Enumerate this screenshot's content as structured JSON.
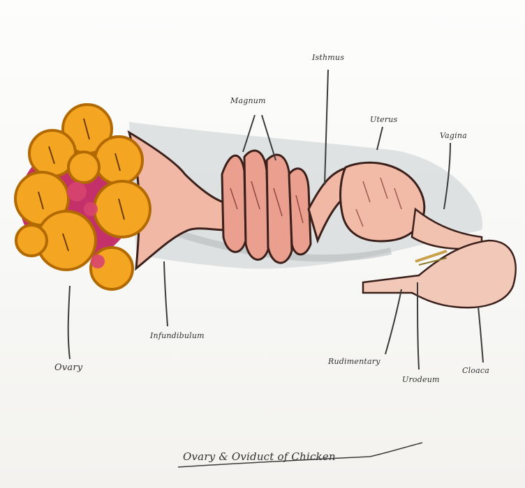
{
  "labels": {
    "ovary": "Ovary",
    "infundibulum": "Infundibulum",
    "magnum": "Magnum",
    "isthmus": "Isthmus",
    "uterus": "Uterus",
    "vagina": "Vagina",
    "rudimentary_oviduct": "Rudimentary",
    "urodeum": "Urodeum",
    "cloaca": "Cloaca"
  },
  "caption": "Ovary & Oviduct of Chicken",
  "colors": {
    "follicle": "#f4a623",
    "follicle_edge": "#b26a00",
    "stroma": "#c4306a",
    "oviduct": "#f1b8a6",
    "oviduct_edge": "#3a1f1a",
    "mesentery": "#c9ced0",
    "ink": "#2f2f2f"
  }
}
